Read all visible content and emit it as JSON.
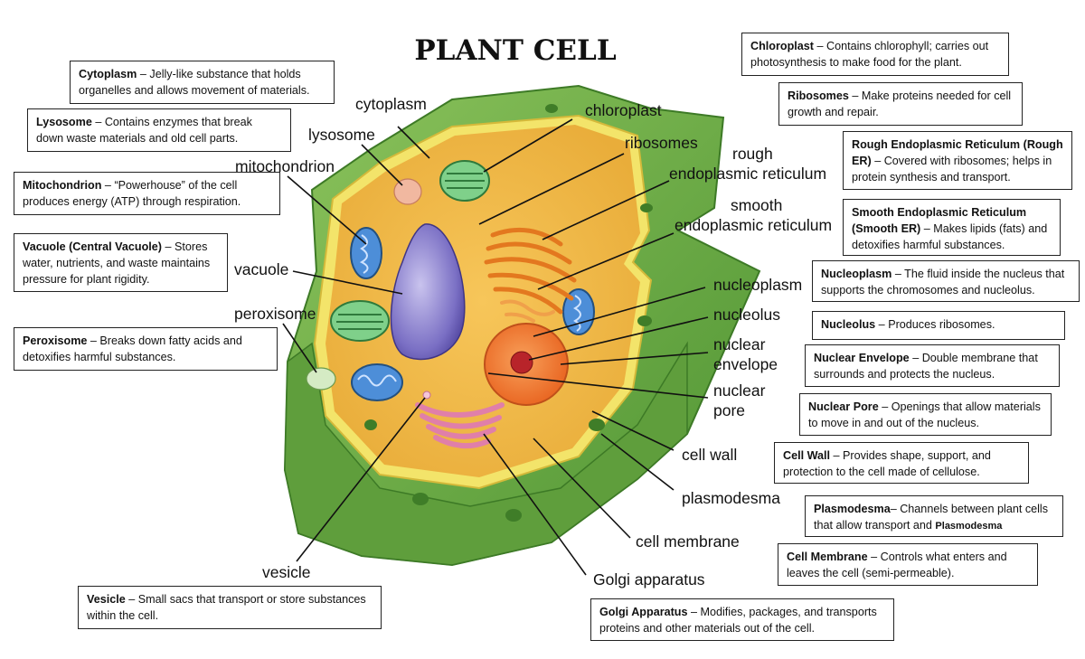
{
  "title": "PLANT CELL",
  "labels": {
    "cytoplasm": "cytoplasm",
    "lysosome": "lysosome",
    "mitochondrion": "mitochondrion",
    "vacuole": "vacuole",
    "peroxisome": "peroxisome",
    "vesicle": "vesicle",
    "chloroplast": "chloroplast",
    "ribosomes": "ribosomes",
    "rough_er_1": "rough",
    "rough_er_2": "endoplasmic reticulum",
    "smooth_er_1": "smooth",
    "smooth_er_2": "endoplasmic reticulum",
    "nucleoplasm": "nucleoplasm",
    "nucleolus": "nucleolus",
    "nuclear_envelope_1": "nuclear",
    "nuclear_envelope_2": "envelope",
    "nuclear_pore_1": "nuclear",
    "nuclear_pore_2": "pore",
    "cell_wall": "cell wall",
    "plasmodesma": "plasmodesma",
    "cell_membrane": "cell membrane",
    "golgi": "Golgi apparatus"
  },
  "boxes": {
    "cytoplasm": {
      "term": "Cytoplasm",
      "text": " – Jelly-like substance that holds organelles and allows movement of materials."
    },
    "lysosome": {
      "term": "Lysosome",
      "text": " – Contains enzymes that break down waste materials and old cell parts."
    },
    "mitochondrion": {
      "term": "Mitochondrion",
      "text": " – “Powerhouse” of the cell produces energy (ATP) through respiration."
    },
    "vacuole": {
      "term": "Vacuole (Central Vacuole)",
      "text": " – Stores water, nutrients, and waste maintains pressure for plant rigidity."
    },
    "peroxisome": {
      "term": "Peroxisome",
      "text": " – Breaks down fatty acids and detoxifies harmful substances."
    },
    "vesicle": {
      "term": "Vesicle",
      "text": " – Small sacs that transport or store substances within the cell."
    },
    "chloroplast": {
      "term": "Chloroplast",
      "text": " – Contains chlorophyll; carries out photosynthesis to make food for the plant."
    },
    "ribosomes": {
      "term": "Ribosomes",
      "text": " – Make proteins needed for cell growth and repair."
    },
    "rough_er": {
      "term": "Rough Endoplasmic Reticulum (Rough ER)",
      "text": " – Covered with ribosomes; helps in protein synthesis and transport."
    },
    "smooth_er": {
      "term": "Smooth Endoplasmic Reticulum (Smooth ER)",
      "text": " – Makes lipids (fats) and detoxifies harmful substances."
    },
    "nucleoplasm": {
      "term": "Nucleoplasm",
      "text": " – The fluid inside the nucleus that supports the chromosomes and nucleolus."
    },
    "nucleolus": {
      "term": "Nucleolus",
      "text": " – Produces ribosomes."
    },
    "nuclear_envelope": {
      "term": "Nuclear Envelope",
      "text": " – Double membrane that surrounds and protects the nucleus."
    },
    "nuclear_pore": {
      "term": "Nuclear Pore",
      "text": " – Openings that allow materials to move in and out of the nucleus."
    },
    "cell_wall": {
      "term": "Cell Wall",
      "text": " – Provides shape, support, and protection to the cell made of cellulose."
    },
    "plasmodesma": {
      "term": "Plasmodesma",
      "text": "– Channels between plant cells that allow transport and ",
      "term2": "Plasmodesma"
    },
    "cell_membrane": {
      "term": "Cell Membrane",
      "text": " – Controls what enters and leaves the cell (semi-permeable)."
    },
    "golgi": {
      "term": "Golgi Apparatus",
      "text": " – Modifies, packages, and transports proteins and other materials out of the cell."
    }
  }
}
